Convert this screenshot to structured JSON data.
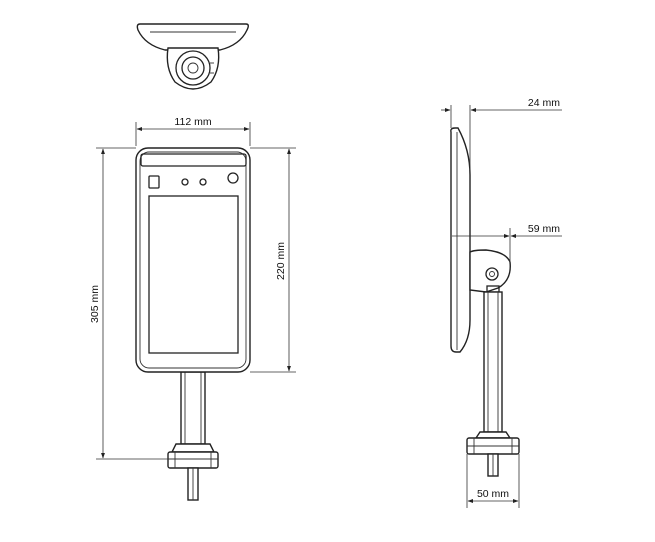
{
  "dimensions": {
    "front_width": "112 mm",
    "screen_height": "220 mm",
    "total_height": "305 mm",
    "side_depth": "24 mm",
    "bracket_depth": "59 mm",
    "base_width": "50 mm"
  },
  "icons": {
    "top_view": "mount-top-view-icon",
    "front_view": "device-front-view-icon",
    "side_view": "device-side-view-icon"
  }
}
